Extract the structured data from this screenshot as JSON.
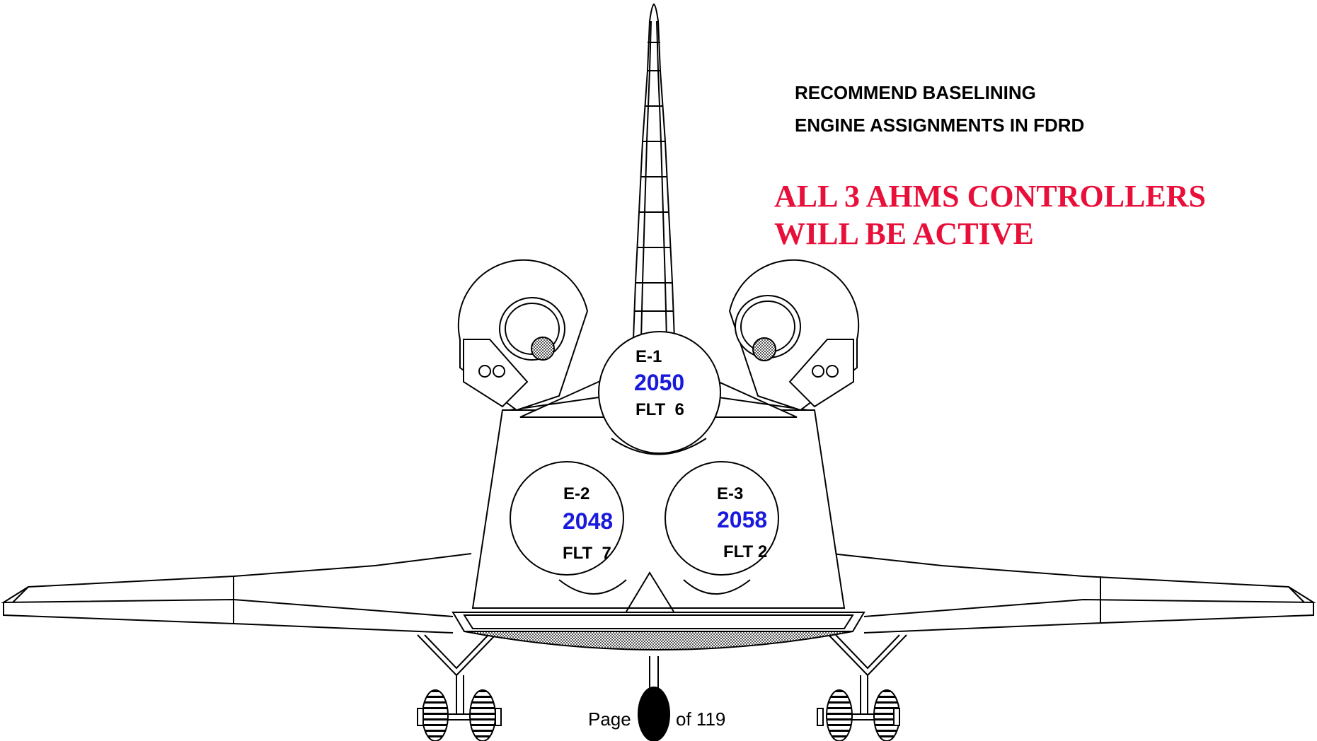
{
  "recommendation": {
    "line1": "RECOMMEND BASELINING",
    "line2": "ENGINE ASSIGNMENTS IN FDRD"
  },
  "alert": {
    "line1": "ALL 3 AHMS CONTROLLERS",
    "line2": "WILL BE ACTIVE",
    "color": "#e8103a"
  },
  "engines": [
    {
      "id": "E-1",
      "serial": "2050",
      "flight": "FLT  6"
    },
    {
      "id": "E-2",
      "serial": "2048",
      "flight": "FLT  7"
    },
    {
      "id": "E-3",
      "serial": "2058",
      "flight": "FLT 2"
    }
  ],
  "serial_color": "#1a1adc",
  "footer": {
    "page_word": "Page",
    "of_total": "of 119"
  }
}
